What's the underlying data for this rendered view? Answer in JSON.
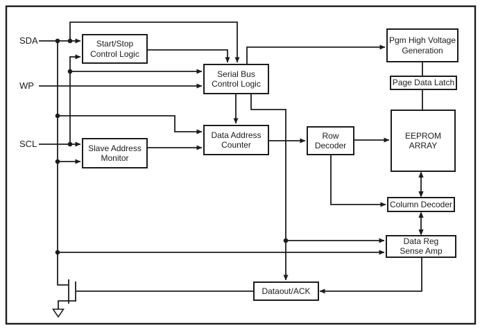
{
  "diagram": {
    "kind": "block-diagram",
    "subject": "Serial EEPROM functional block diagram",
    "colors": {
      "line": "#1c1c1c",
      "background": "#ffffff",
      "box_fill": "#ffffff"
    },
    "signals": [
      {
        "id": "sda",
        "label": "SDA"
      },
      {
        "id": "wp",
        "label": "WP"
      },
      {
        "id": "scl",
        "label": "SCL"
      }
    ],
    "blocks": [
      {
        "id": "start-stop-control-logic",
        "line1": "Start/Stop",
        "line2": "Control Logic"
      },
      {
        "id": "serial-bus-control-logic",
        "line1": "Serial Bus",
        "line2": "Control Logic"
      },
      {
        "id": "data-address-counter",
        "line1": "Data Address",
        "line2": "Counter"
      },
      {
        "id": "slave-address-monitor",
        "line1": "Slave Address",
        "line2": "Monitor"
      },
      {
        "id": "row-decoder",
        "line1": "Row",
        "line2": "Decoder"
      },
      {
        "id": "pgm-high-voltage-generation",
        "line1": "Pgm High Voltage",
        "line2": "Generation"
      },
      {
        "id": "page-data-latch",
        "line1": "Page Data Latch",
        "line2": ""
      },
      {
        "id": "eeprom-array",
        "line1": "EEPROM",
        "line2": "ARRAY"
      },
      {
        "id": "column-decoder",
        "line1": "Column Decoder",
        "line2": ""
      },
      {
        "id": "data-reg-sense-amp",
        "line1": "Data Reg",
        "line2": "Sense Amp"
      },
      {
        "id": "dataout-ack",
        "line1": "Dataout/ACK",
        "line2": ""
      }
    ],
    "edges": [
      {
        "from": "SDA",
        "to": "Start/Stop Control Logic",
        "dir": "->"
      },
      {
        "from": "SDA",
        "to": "Serial Bus Control Logic",
        "dir": "->"
      },
      {
        "from": "SDA",
        "to": "Data Address Counter",
        "dir": "->"
      },
      {
        "from": "SDA",
        "to": "Slave Address Monitor",
        "dir": "->"
      },
      {
        "from": "SDA",
        "to": "Data Reg Sense Amp",
        "dir": "->"
      },
      {
        "from": "SDA",
        "to": "output transistor gate",
        "dir": "->"
      },
      {
        "from": "SCL",
        "to": "Start/Stop Control Logic",
        "dir": "->"
      },
      {
        "from": "SCL",
        "to": "Serial Bus Control Logic",
        "dir": "->"
      },
      {
        "from": "SCL",
        "to": "Slave Address Monitor",
        "dir": "->"
      },
      {
        "from": "WP",
        "to": "Serial Bus Control Logic",
        "dir": "->"
      },
      {
        "from": "Start/Stop Control Logic",
        "to": "Serial Bus Control Logic",
        "dir": "->"
      },
      {
        "from": "Serial Bus Control Logic",
        "to": "Pgm High Voltage Generation",
        "dir": "->"
      },
      {
        "from": "Serial Bus Control Logic",
        "to": "Data Address Counter",
        "dir": "->"
      },
      {
        "from": "Serial Bus Control Logic",
        "to": "Data Reg Sense Amp",
        "dir": "->"
      },
      {
        "from": "Serial Bus Control Logic",
        "to": "Dataout/ACK",
        "dir": "->"
      },
      {
        "from": "Slave Address Monitor",
        "to": "Data Address Counter",
        "dir": "->"
      },
      {
        "from": "Data Address Counter",
        "to": "Row Decoder",
        "dir": "->"
      },
      {
        "from": "Row Decoder",
        "to": "EEPROM ARRAY",
        "dir": "->"
      },
      {
        "from": "Row Decoder",
        "to": "Column Decoder",
        "dir": "->"
      },
      {
        "from": "Pgm High Voltage Generation",
        "to": "Page Data Latch",
        "dir": "-"
      },
      {
        "from": "Page Data Latch",
        "to": "EEPROM ARRAY",
        "dir": "-"
      },
      {
        "from": "EEPROM ARRAY",
        "to": "Column Decoder",
        "dir": "<->"
      },
      {
        "from": "Column Decoder",
        "to": "Data Reg Sense Amp",
        "dir": "<->"
      },
      {
        "from": "Data Reg Sense Amp",
        "to": "Dataout/ACK",
        "dir": "->"
      },
      {
        "from": "Dataout/ACK",
        "to": "output transistor drain",
        "dir": "-"
      },
      {
        "from": "output transistor source",
        "to": "ground",
        "dir": "-"
      }
    ]
  }
}
